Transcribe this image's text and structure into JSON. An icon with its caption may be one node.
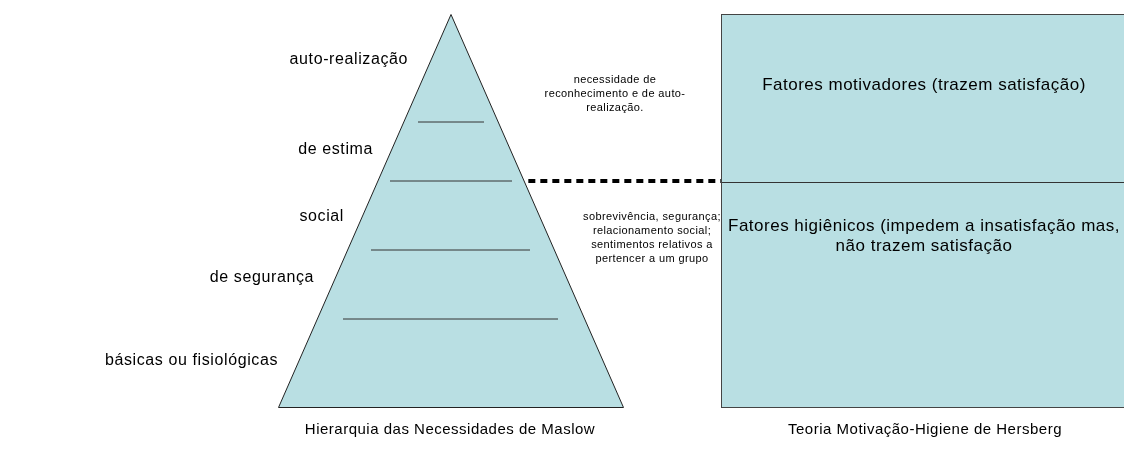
{
  "diagram": {
    "nodes": [
      {
        "text": [],
        "shape": "triangle",
        "beside": [
          "Hierarquia das Necessidades de Maslow"
        ]
      },
      {
        "text": [],
        "shape": "box",
        "beside": [
          "Teoria Motivação-Higiene de Hersberg"
        ]
      },
      {
        "text": [
          "Fatores motivadores (trazem satisfação)"
        ],
        "in": 1
      },
      {
        "text": [
          "Fatores higiênicos (impedem a insatisfação mas, não trazem satisfação"
        ],
        "in": 1
      }
    ],
    "edges": [
      {
        "from": 0,
        "to": 1,
        "arrow": "none",
        "style": "dashed"
      }
    ],
    "labels": [
      "auto-realização",
      "necessidade de reconhecimento e de auto-realização.",
      "de estima",
      "social",
      "sobrevivência, segurança; relacionamento social; sentimentos relativos a pertencer a um grupo",
      "de segurança",
      "básicas ou fisiológicas"
    ]
  }
}
